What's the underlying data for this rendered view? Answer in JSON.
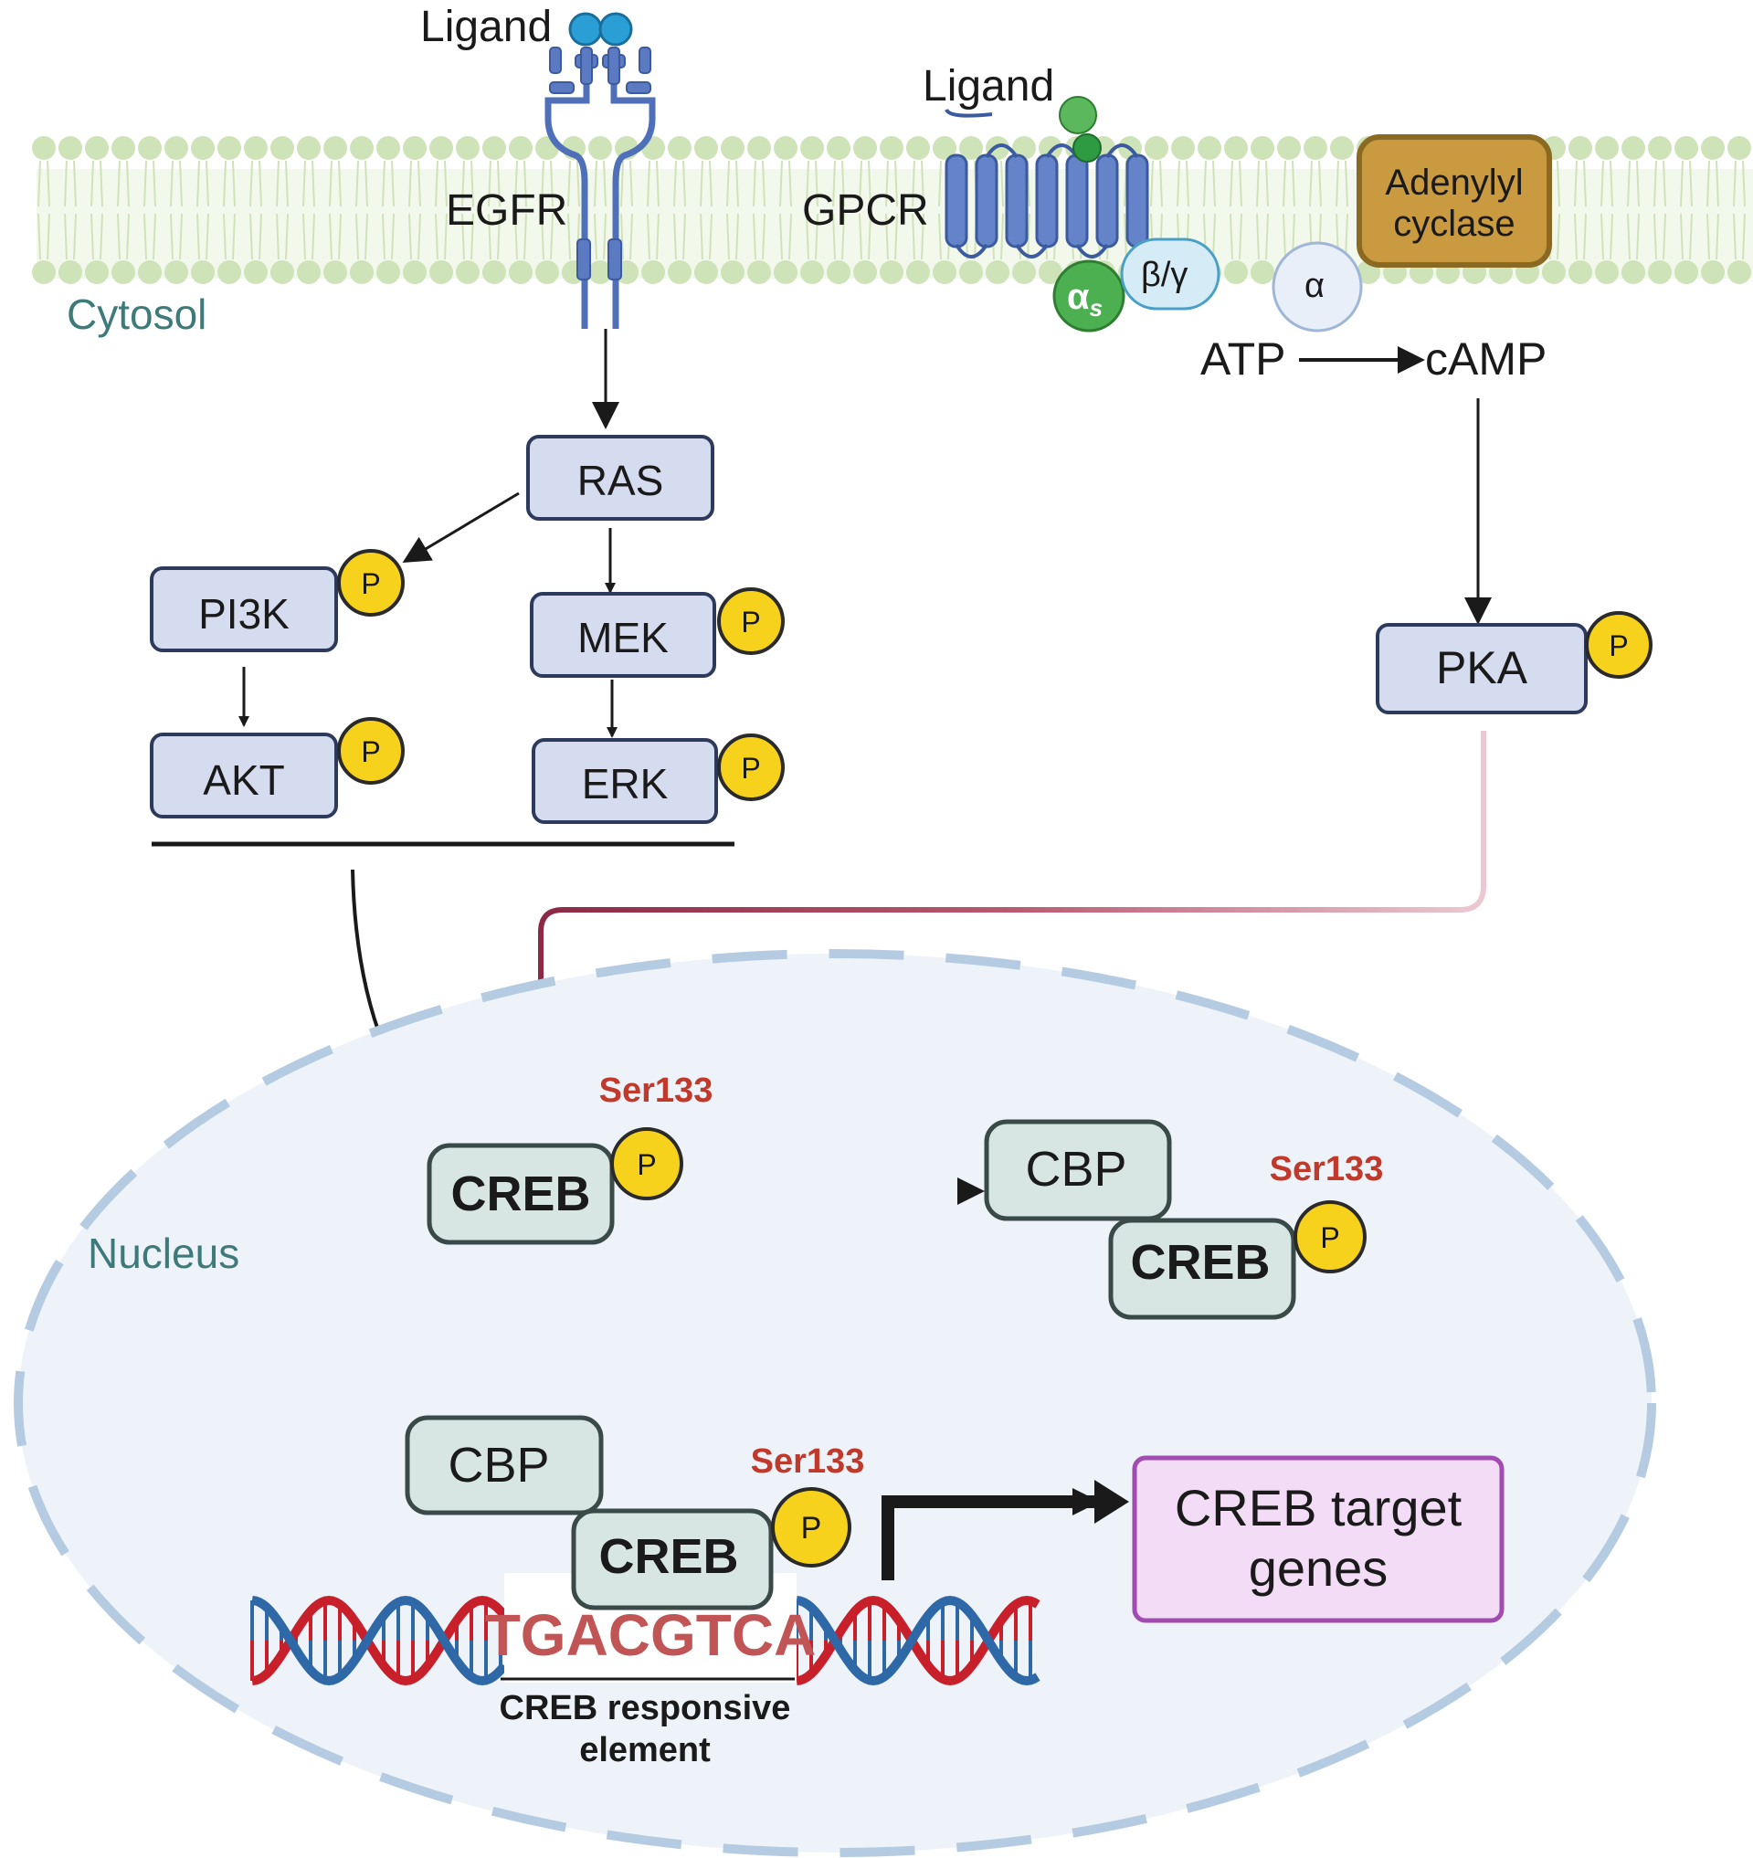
{
  "membrane": {
    "cytosol_label": "Cytosol"
  },
  "receptors": {
    "egfr_ligand": "Ligand",
    "egfr": "EGFR",
    "gpcr_ligand": "Ligand",
    "gpcr": "GPCR",
    "g_alpha_s": "α",
    "g_alpha_s_sub": "s",
    "g_beta_gamma": "β/γ",
    "alpha": "α",
    "adenylyl_cyclase_line1": "Adenylyl",
    "adenylyl_cyclase_line2": "cyclase"
  },
  "camp_pathway": {
    "atp": "ATP",
    "camp": "cAMP",
    "pka": "PKA"
  },
  "mapk_pathway": {
    "ras": "RAS",
    "pi3k": "PI3K",
    "akt": "AKT",
    "mek": "MEK",
    "erk": "ERK"
  },
  "phospho_label": "P",
  "nucleus": {
    "label": "Nucleus",
    "creb_1": "CREB",
    "ser_1": "Ser133",
    "cbp_2": "CBP",
    "creb_2": "CREB",
    "ser_2": "Ser133",
    "cbp_3": "CBP",
    "creb_3": "CREB",
    "ser_3": "Ser133",
    "dna_sequence": "TGACGTCA",
    "cre_line1": "CREB responsive",
    "cre_line2": "element",
    "target_line1": "CREB target",
    "target_line2": "genes"
  },
  "colors": {
    "membrane": "#cfe3b8",
    "receptor_blue": "#4f6fb8",
    "kinase_box": "#d6dcef",
    "creb_box": "#d7e6e3",
    "phospho": "#f7d21c",
    "ser_red": "#c0392b",
    "nucleus_fill": "#eef3fa",
    "target_box": "#f3dcf6",
    "target_border": "#a24bb0",
    "pka_path": "#8c2a45",
    "adenylyl": "#c99a3f",
    "g_green": "#4caf50",
    "dna_red": "#c8202a",
    "dna_blue": "#2f68a6"
  }
}
